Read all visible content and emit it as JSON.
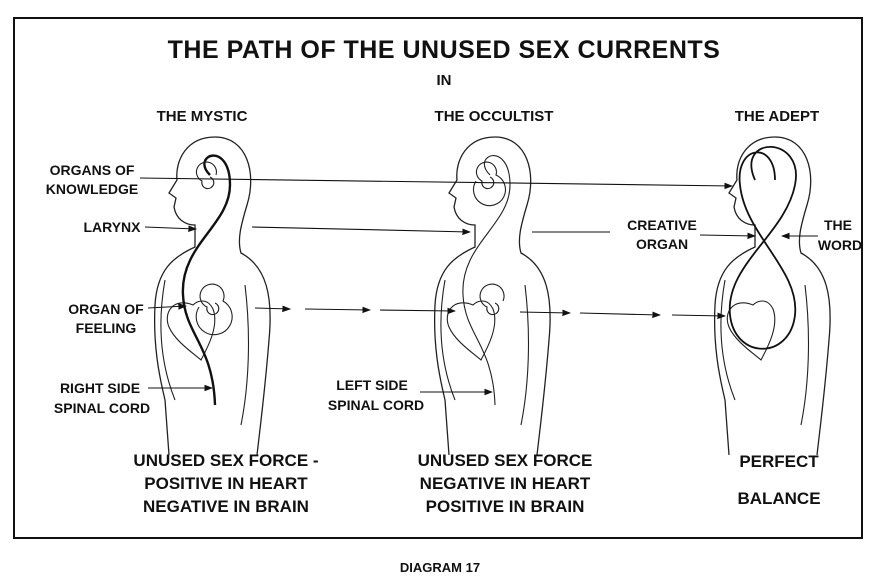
{
  "title": "THE PATH OF THE UNUSED SEX CURRENTS",
  "subtitle": "IN",
  "columns": [
    {
      "heading": "THE MYSTIC",
      "caption": [
        "UNUSED SEX FORCE -",
        "POSITIVE IN HEART",
        "NEGATIVE IN BRAIN"
      ]
    },
    {
      "heading": "THE OCCULTIST",
      "caption": [
        "UNUSED SEX FORCE",
        "NEGATIVE IN HEART",
        "POSITIVE IN BRAIN"
      ]
    },
    {
      "heading": "THE ADEPT",
      "caption": [
        "PERFECT",
        "BALANCE"
      ]
    }
  ],
  "labels": {
    "organs_of_knowledge": [
      "ORGANS OF",
      "KNOWLEDGE"
    ],
    "larynx": "LARYNX",
    "organ_of_feeling": [
      "ORGAN OF",
      "FEELING"
    ],
    "right_side_spinal_cord": [
      "RIGHT SIDE",
      "SPINAL CORD"
    ],
    "left_side_spinal_cord": [
      "LEFT SIDE",
      "SPINAL CORD"
    ],
    "creative_organ": [
      "CREATIVE",
      "ORGAN"
    ],
    "the_word": [
      "THE",
      "WORD"
    ]
  },
  "footer": "DIAGRAM 17"
}
